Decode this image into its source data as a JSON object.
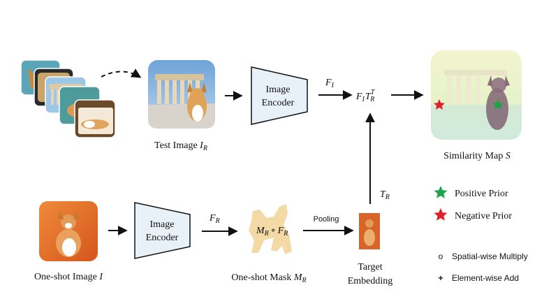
{
  "encoder_top": {
    "line1": "Image",
    "line2": "Encoder"
  },
  "encoder_bottom": {
    "line1": "Image",
    "line2": "Encoder"
  },
  "labels": {
    "test_image": "Test Image",
    "test_image_sym": "I",
    "test_image_sub": "R",
    "one_shot_image": "One-shot Image",
    "one_shot_image_sym": "I",
    "one_shot_mask": "One-shot Mask",
    "one_shot_mask_sym": "M",
    "one_shot_mask_sub": "R",
    "target_embedding_l1": "Target",
    "target_embedding_l2": "Embedding",
    "similarity_map": "Similarity Map",
    "similarity_map_sym": "S",
    "pooling": "Pooling"
  },
  "math": {
    "F_I": "F",
    "F_I_sub": "I",
    "product_F": "F",
    "product_F_sub": "I",
    "product_T": "T",
    "product_T_sub": "R",
    "product_T_sup": "T",
    "F_R": "F",
    "F_R_sub": "R",
    "T_R": "T",
    "T_R_sub": "R",
    "mask_M": "M",
    "mask_M_sub": "R",
    "mask_op": "∘",
    "mask_F": "F",
    "mask_F_sub": "R"
  },
  "legend": {
    "positive": "Positive Prior",
    "negative": "Negative Prior",
    "spatial": "Spatial-wise Multiply",
    "spatial_symbol": "o",
    "element": "Element-wise Add",
    "element_symbol": "+"
  },
  "colors": {
    "positive_star": "#1fa34a",
    "negative_star": "#e0202a",
    "mask_fill": "#f3d9a4",
    "encoder_fill": "#e9f1f8"
  }
}
